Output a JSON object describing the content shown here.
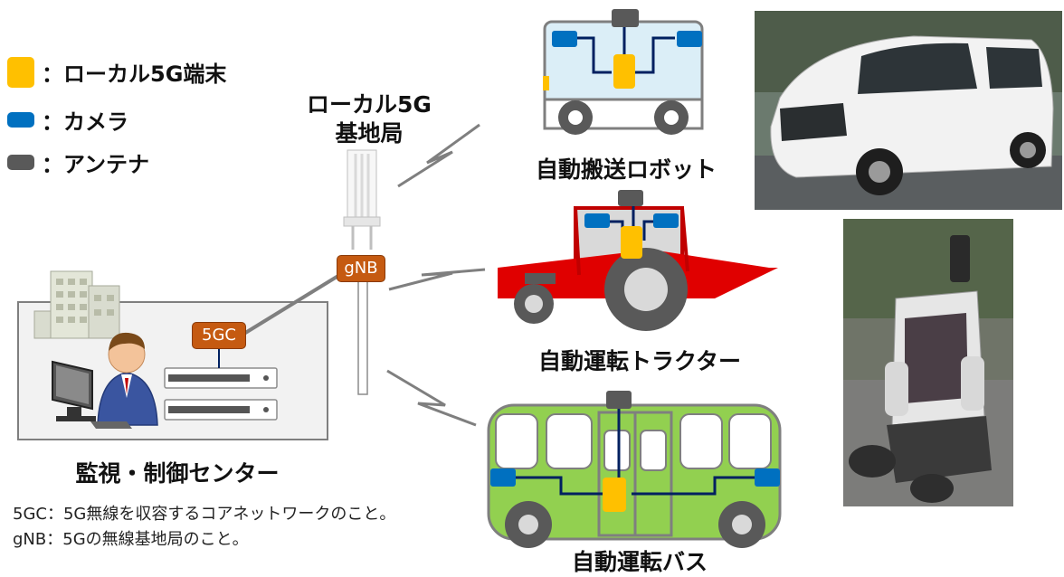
{
  "legend": {
    "items": [
      {
        "label": "：ローカル5G端末",
        "color": "#ffc000",
        "icon": "terminal-swatch"
      },
      {
        "label": "：カメラ",
        "color": "#0070c0",
        "icon": "camera-swatch"
      },
      {
        "label": "：アンテナ",
        "color": "#595959",
        "icon": "antenna-swatch"
      }
    ]
  },
  "base_station": {
    "line1": "ローカル5G",
    "line2": "基地局",
    "gnb_tag": "gNB"
  },
  "center": {
    "label": "監視・制御センター",
    "core_tag": "5GC"
  },
  "vehicles": {
    "robot": "自動搬送ロボット",
    "tractor": "自動運転トラクター",
    "bus": "自動運転バス"
  },
  "notes": {
    "line1": "5GC：5G無線を収容するコアネットワークのこと。",
    "line2": "gNB：5Gの無線基地局のこと。"
  },
  "colors": {
    "terminal": "#ffc000",
    "camera": "#0070c0",
    "antenna": "#595959",
    "tag": "#c55a11",
    "network_line": "#002060",
    "robot_body": "#dbeef7",
    "tractor_red": "#e00000",
    "bus_green": "#92d050"
  }
}
